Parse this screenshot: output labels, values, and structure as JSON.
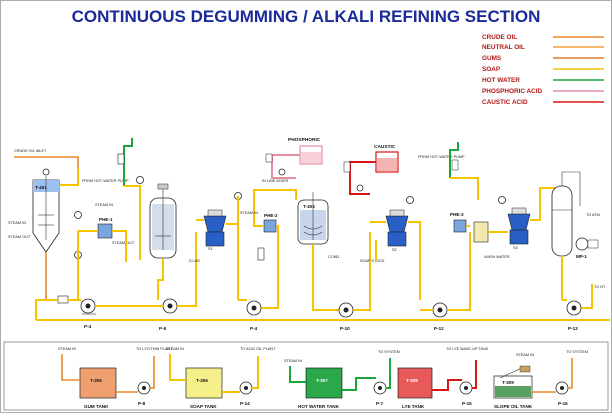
{
  "title": "CONTINUOUS DEGUMMING / ALKALI REFINING SECTION",
  "legend": [
    {
      "label": "CRUDE OIL",
      "color": "#e88a2a"
    },
    {
      "label": "NEUTRAL OIL",
      "color": "#f2a13a"
    },
    {
      "label": "GUMS",
      "color": "#e07a2a"
    },
    {
      "label": "SOAP",
      "color": "#f5c400"
    },
    {
      "label": "HOT WATER",
      "color": "#1aa83a"
    },
    {
      "label": "PHOSPHORIC ACID",
      "color": "#e58ea0"
    },
    {
      "label": "CAUSTIC ACID",
      "color": "#d81616"
    }
  ],
  "labels": {
    "crude_oil_inlet": "CRUDE OIL INLET",
    "t401": "T-401",
    "steam_in": "STEAM IN",
    "steam_out": "STEAM OUT",
    "phe1": "PHE-1",
    "steam_in2": "STEAM IN",
    "steam_out2": "STEAM OUT",
    "from_hw_pump_1": "FROM HOT WATER PUMP",
    "p4a": "P-4",
    "p5": "P-5",
    "p4b": "P-4",
    "s1": "S1",
    "phosphoric": "PHOSPHORIC",
    "inline_mixer": "IN LINE MIXER",
    "phe2": "PHE-2",
    "steam_in3": "STEAM IN",
    "t403": "T-403",
    "cond": "COND.",
    "p10": "P-10",
    "caustic": "CAUSTIC",
    "soap_stock": "SOAP STOCK",
    "s2": "S2",
    "phe3": "PHE-3",
    "from_hw_pump_2": "FROM HOT WATER PUMP",
    "p12": "P-12",
    "wash_water": "WASH WATER",
    "s3": "S3",
    "to_atm": "TO ATM",
    "mp1": "MP-1",
    "p13": "P-13",
    "to_nt": "TO NT",
    "dlar": "D'LAR",
    "t305": "T-305",
    "steam_in_b1": "STEAM IN",
    "gum_tank": "GUM TANK",
    "p8": "P-8",
    "to_lecithin": "TO LYCITHIN PLANT",
    "t306": "T-306",
    "steam_in_b2": "STEAM IN",
    "soap_tank": "SOAP TANK",
    "p14": "P-14",
    "to_acid_oil": "TO ACID OIL PLANT",
    "t307": "T-307",
    "steam_in_b3": "STEAM IN",
    "hot_water_tank": "HOT WATER TANK",
    "p7": "P-7",
    "to_system1": "TO SYSTEM",
    "t308": "T-308",
    "lye_tank": "LYE TANK",
    "p15": "P-15",
    "to_lye": "TO LYE MAKE-UP TANK",
    "t309": "T-309",
    "steam_in_b4": "STEAM IN",
    "slope_oil_tank": "SLOPE OIL TANK",
    "p16": "P-16",
    "to_system2": "TO SYSTEM"
  }
}
